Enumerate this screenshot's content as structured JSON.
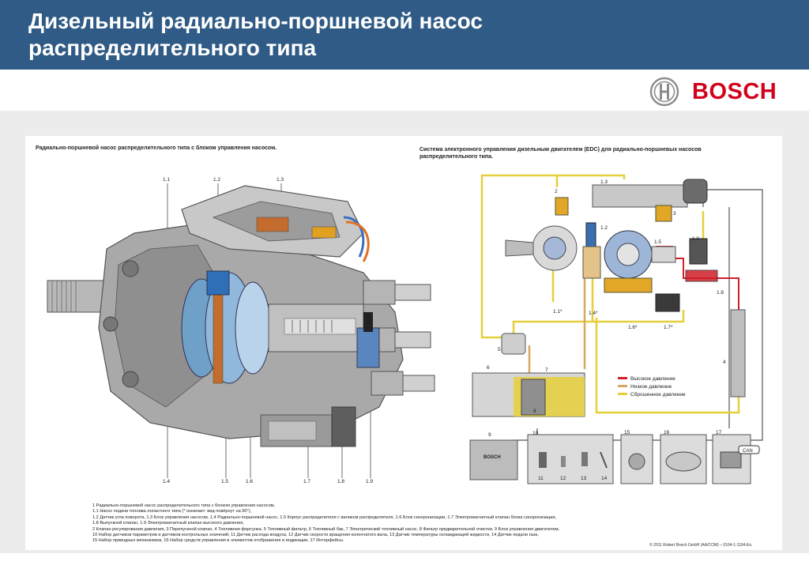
{
  "header": {
    "title_line1": "Дизельный радиально-поршневой насос",
    "title_line2": "распределительного типа",
    "logo_text": "BOSCH"
  },
  "left_diagram": {
    "caption": "Радиально-поршневой насос распределительного типа с блоком управления насосом.",
    "labels": [
      "1.1",
      "1.2",
      "1.3",
      "1.4",
      "1.5",
      "1.6",
      "1.7",
      "1.8",
      "1.9"
    ]
  },
  "right_diagram": {
    "caption_line1": "Система электронного управления дизельным двигателем (EDC) для радиально-поршневых насосов",
    "caption_line2": "распределительного типа.",
    "labels": {
      "n2": "2",
      "n1_3": "1.3",
      "n3": "3",
      "n1_2": "1.2",
      "n1_5": "1.5",
      "n1_9": "1.9",
      "n1_8": "1.8",
      "n1_1": "1.1*",
      "n1_4": "1.4*",
      "n1_6": "1.6*",
      "n1_7": "1.7*",
      "n5": "5",
      "n6": "6",
      "n7": "7",
      "n8": "8",
      "n4": "4",
      "n9": "9",
      "n10": "10",
      "n11": "11",
      "n12": "12",
      "n13": "13",
      "n14": "14",
      "n15": "15",
      "n16": "16",
      "n17": "17",
      "can": "CAN"
    },
    "legend": [
      {
        "label": "Высокое давление",
        "color": "#d0202a"
      },
      {
        "label": "Низкое давление",
        "color": "#d8a860"
      },
      {
        "label": "Сброшенное давление",
        "color": "#e6cf3a"
      }
    ]
  },
  "description": [
    "1 Радиально-поршневой насос распределительного типа с блоком управления насосом,",
    "1.1 Насос подачи топлива лопастного типа (* означает: вид повёрнут на 90°),",
    "1.2 Датчик угла поворота, 1.3 Блок управления насосом, 1.4 Радиально-поршневой насос, 1.5 Корпус распределителя с валиком распределителя, 1.6 Блок синхронизации, 1.7 Электромагнитный клапан блока синхронизации,",
    "1.8 Выпускной клапан, 1.9 Электромагнитный клапан высокого давления,",
    "2 Клапан регулирования давления, 3 Перепускной клапан, 4 Топливная форсунка, 5 Топливный фильтр, 6 Топливный бак, 7 Электрический топливный насос, 8 Фильтр предварительной очистки, 9 Блок управления двигателем,",
    "10 Набор датчиков параметров и датчиков контрольных значений, 11 Датчик расхода воздуха, 12 Датчик скорости вращения коленчатого вала, 13 Датчик температуры охлаждающей жидкости, 14 Датчик педали газа,",
    "15 Набор приводных механизмов, 16 Набор средств управления и элементов отображения и индикации, 17 Интерфейсы."
  ],
  "copyright": "© 2011 Robert Bosch GmbH (AA/COM) – 0104-1-1104-En."
}
